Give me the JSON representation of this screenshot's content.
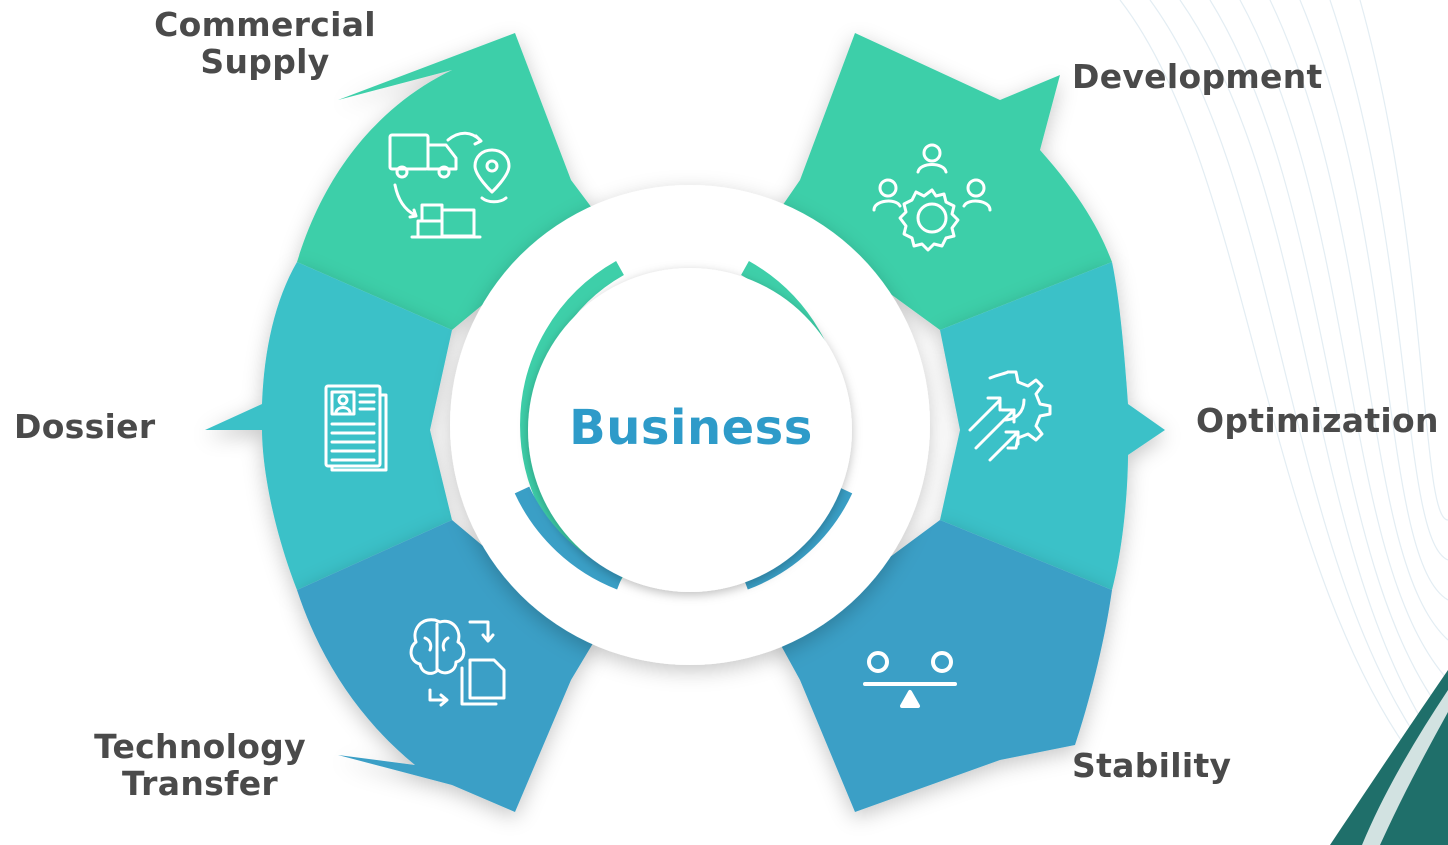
{
  "center": {
    "title": "Business"
  },
  "segments": [
    {
      "id": "commercial-supply",
      "lines": [
        "Commercial",
        "Supply"
      ],
      "icon": "delivery-truck-location-icon",
      "color": "#3ecfa9"
    },
    {
      "id": "dossier",
      "lines": [
        "Dossier"
      ],
      "icon": "document-profile-icon",
      "color": "#3bc1c8"
    },
    {
      "id": "technology-transfer",
      "lines": [
        "Technology",
        "Transfer"
      ],
      "icon": "brain-document-exchange-icon",
      "color": "#3a9fc6"
    },
    {
      "id": "development",
      "lines": [
        "Development"
      ],
      "icon": "team-gear-icon",
      "color": "#3ecfa9"
    },
    {
      "id": "optimization",
      "lines": [
        "Optimization"
      ],
      "icon": "gear-arrows-icon",
      "color": "#3bc1c8"
    },
    {
      "id": "stability",
      "lines": [
        "Stability"
      ],
      "icon": "balance-scale-icon",
      "color": "#3a9fc6"
    }
  ]
}
